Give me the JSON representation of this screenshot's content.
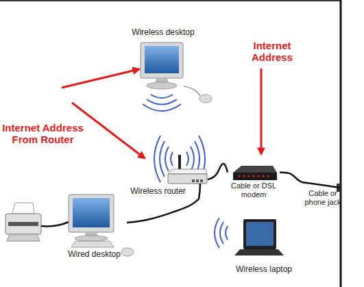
{
  "diagram": {
    "nodes": [
      {
        "text": [
          "Wireless desktop"
        ]
      },
      {
        "text": [
          "Wireless router"
        ]
      },
      {
        "text": [
          "Cable or DSL modem"
        ]
      },
      {
        "text": [
          "Cable or phone jack"
        ]
      },
      {
        "text": [
          "Wired desktop"
        ]
      },
      {
        "text": [
          "Wireless laptop"
        ]
      }
    ],
    "edges": [
      {
        "from": 1,
        "to": 2,
        "arrow": "none"
      },
      {
        "from": 2,
        "to": 3,
        "arrow": "none"
      },
      {
        "from": 4,
        "to": 1,
        "arrow": "none"
      }
    ],
    "labels": [
      "Internet Address",
      "Internet Address From Router"
    ]
  }
}
